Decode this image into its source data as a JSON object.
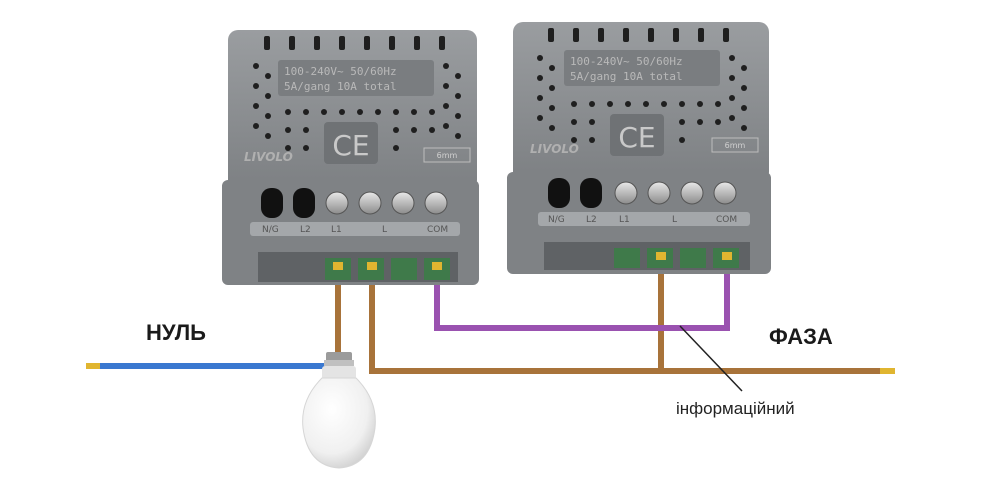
{
  "labels": {
    "neutral": "НУЛЬ",
    "phase": "ФАЗА",
    "info_wire": "інформаційний"
  },
  "switches": [
    {
      "brand": "LIVOLO",
      "spec_line1": "100-240V~  50/60Hz",
      "spec_line2": "5A/gang 10A total",
      "ce": "CE",
      "strip": "6mm",
      "terminals": [
        "N/G",
        "L2",
        "L1",
        "L",
        "COM"
      ]
    },
    {
      "brand": "LIVOLO",
      "spec_line1": "100-240V~  50/60Hz",
      "spec_line2": "5A/gang 10A total",
      "ce": "CE",
      "strip": "6mm",
      "terminals": [
        "N/G",
        "L2",
        "L1",
        "L",
        "COM"
      ]
    }
  ],
  "colors": {
    "housing": "#8a8d90",
    "housing_dark": "#6f7275",
    "neutral_wire": "#3a78d0",
    "phase_wire": "#a8733a",
    "info_wire": "#9a52b0",
    "copper": "#e0b530",
    "terminal_green": "#3f7a4a"
  },
  "icons": [
    "ce-mark-icon",
    "lightbulb-icon",
    "strip-gauge-icon",
    "sun-icon"
  ]
}
